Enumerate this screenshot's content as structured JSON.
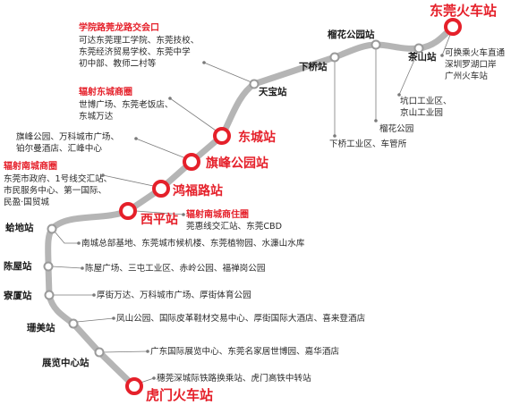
{
  "colors": {
    "accent": "#e5202a",
    "line": "#b5b5b5"
  },
  "stations": {
    "dongguan": "东莞火车站",
    "chashan": "茶山站",
    "liuhua": "榴花公园站",
    "xiaqiao": "下桥站",
    "tianbao": "天宝站",
    "dongcheng": "东城站",
    "qifeng": "旗峰公园站",
    "hongfu": "鸿福路站",
    "xiping": "西平站",
    "gedi": "蛤地站",
    "chenwu": "陈屋站",
    "liaoxia": "寮厦站",
    "shanmei": "珊美站",
    "zhanlan": "展览中心站",
    "humen": "虎门火车站"
  },
  "callouts": {
    "dongguan": {
      "lines": [
        "可换乘火车直通",
        "深圳罗湖口岸",
        "广州火车站"
      ]
    },
    "xueyuan": {
      "title": "学院路莞龙路交会口",
      "lines": [
        "可达东莞理工学院、东莞技校、",
        "东莞经济贸易学校、东莞中学",
        "初中部、教师二村等"
      ]
    },
    "dongcheng": {
      "title": "辐射东城商圈",
      "lines": [
        "世博广场、东莞老饭店、",
        "东城万达"
      ]
    },
    "qifeng": {
      "lines": [
        "旗峰公园、万科城市广场、",
        "铂尔曼酒店、汇峰中心"
      ]
    },
    "nancheng": {
      "title": "辐射南城商圈",
      "lines": [
        "东莞市政府、1号线交汇站、",
        "市民服务中心、第一国际、",
        "民盈·国贸城"
      ]
    },
    "xiping": {
      "title": "辐射南城商住圈",
      "lines": [
        "莞惠线交汇站、东莞CBD"
      ]
    },
    "gedi": {
      "lines": [
        "南城总部基地、东莞城市候机楼、东莞植物园、水濂山水库"
      ]
    },
    "chenwu": {
      "lines": [
        "陈屋广场、三屯工业区、赤岭公园、福禅岗公园"
      ]
    },
    "liaoxia": {
      "lines": [
        "厚街万达、万科城市广场、厚街体育公园"
      ]
    },
    "shanmei": {
      "lines": [
        "凤山公园、国际皮革鞋材交易中心、厚街国际大酒店、喜来登酒店"
      ]
    },
    "zhanlan": {
      "lines": [
        "广东国际展览中心、东莞名家居世博园、嘉华酒店"
      ]
    },
    "humen": {
      "lines": [
        "穗莞深城际铁路换乘站、虎门高铁中转站"
      ]
    },
    "chashan": {
      "lines": [
        "坑口工业区、",
        "京山工业园"
      ]
    },
    "liuhua": {
      "lines": [
        "榴花公园"
      ]
    },
    "xiaqiao": {
      "lines": [
        "下桥工业区、车管所"
      ]
    }
  }
}
